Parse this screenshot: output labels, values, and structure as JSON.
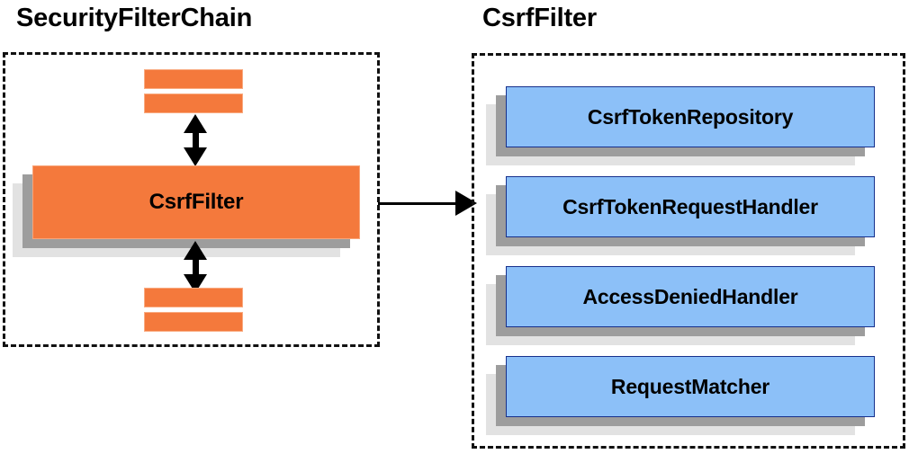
{
  "diagram": {
    "title_left": "SecurityFilterChain",
    "title_right": "CsrfFilter",
    "colors": {
      "orange_face": "#f4793c",
      "orange_border": "#f8a579",
      "blue_face": "#8cc0f8",
      "blue_border": "#17308c",
      "shadow_dark": "#9d9d9d",
      "shadow_light": "#e2e2e2",
      "panel_border": "#111111",
      "arrow": "#000000",
      "background": "#ffffff"
    }
  },
  "left_panel": {
    "heading": "SecurityFilterChain",
    "focus_node": "CsrfFilter",
    "upper_bars": [
      "filter-bar-1",
      "filter-bar-2"
    ],
    "lower_bars": [
      "filter-bar-3",
      "filter-bar-4"
    ],
    "arrows": [
      "bidirectional-up",
      "bidirectional-down"
    ]
  },
  "right_panel": {
    "heading": "CsrfFilter",
    "components": [
      {
        "label": "CsrfTokenRepository"
      },
      {
        "label": "CsrfTokenRequestHandler"
      },
      {
        "label": "AccessDeniedHandler"
      },
      {
        "label": "RequestMatcher"
      }
    ]
  },
  "connector": {
    "name": "csrf-filter-detail-arrow",
    "direction": "left-to-right"
  }
}
